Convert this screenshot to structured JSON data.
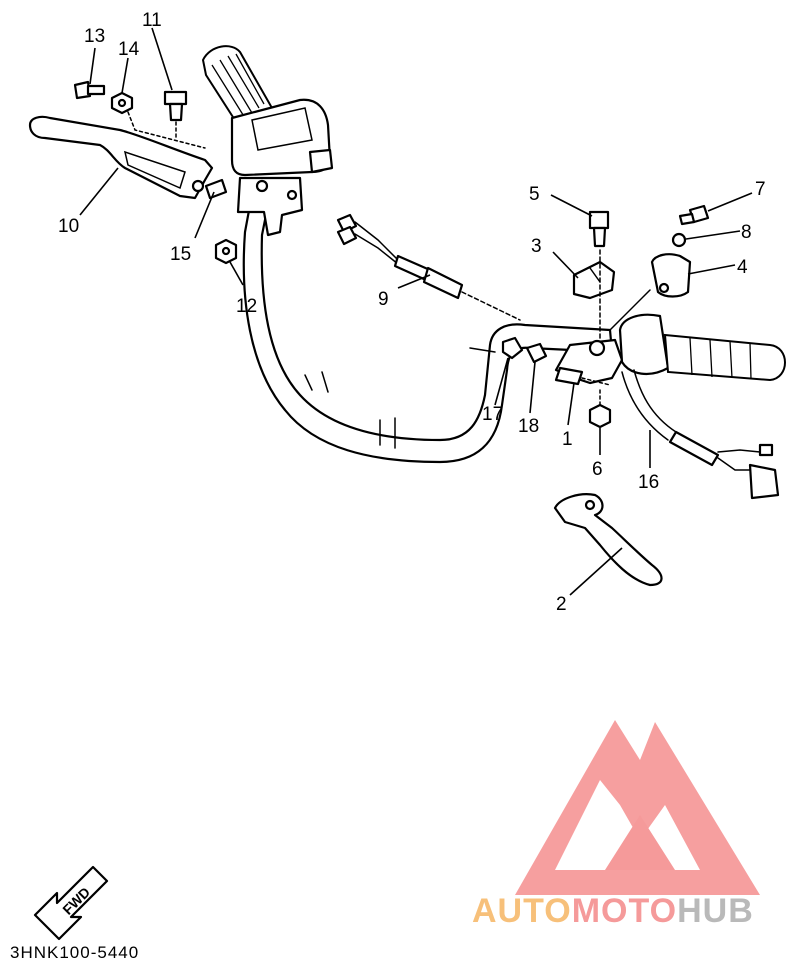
{
  "diagram": {
    "callouts": [
      {
        "id": "13",
        "label": "13"
      },
      {
        "id": "11",
        "label": "11"
      },
      {
        "id": "14",
        "label": "14"
      },
      {
        "id": "10",
        "label": "10"
      },
      {
        "id": "15",
        "label": "15"
      },
      {
        "id": "12",
        "label": "12"
      },
      {
        "id": "9",
        "label": "9"
      },
      {
        "id": "5",
        "label": "5"
      },
      {
        "id": "3",
        "label": "3"
      },
      {
        "id": "7",
        "label": "7"
      },
      {
        "id": "8",
        "label": "8"
      },
      {
        "id": "4",
        "label": "4"
      },
      {
        "id": "17",
        "label": "17"
      },
      {
        "id": "18",
        "label": "18"
      },
      {
        "id": "1",
        "label": "1"
      },
      {
        "id": "6",
        "label": "6"
      },
      {
        "id": "16",
        "label": "16"
      },
      {
        "id": "2",
        "label": "2"
      }
    ],
    "fwd_label": "FWD",
    "diagram_code": "3HNK100-5440"
  },
  "watermark": {
    "word_auto": "AUTO",
    "word_moto": "MOTO",
    "word_hub": "HUB",
    "color_logo": "#f59a9a",
    "color_auto": "#f7c07a",
    "color_moto": "#f59a9a",
    "color_hub": "#b9b9b9"
  }
}
